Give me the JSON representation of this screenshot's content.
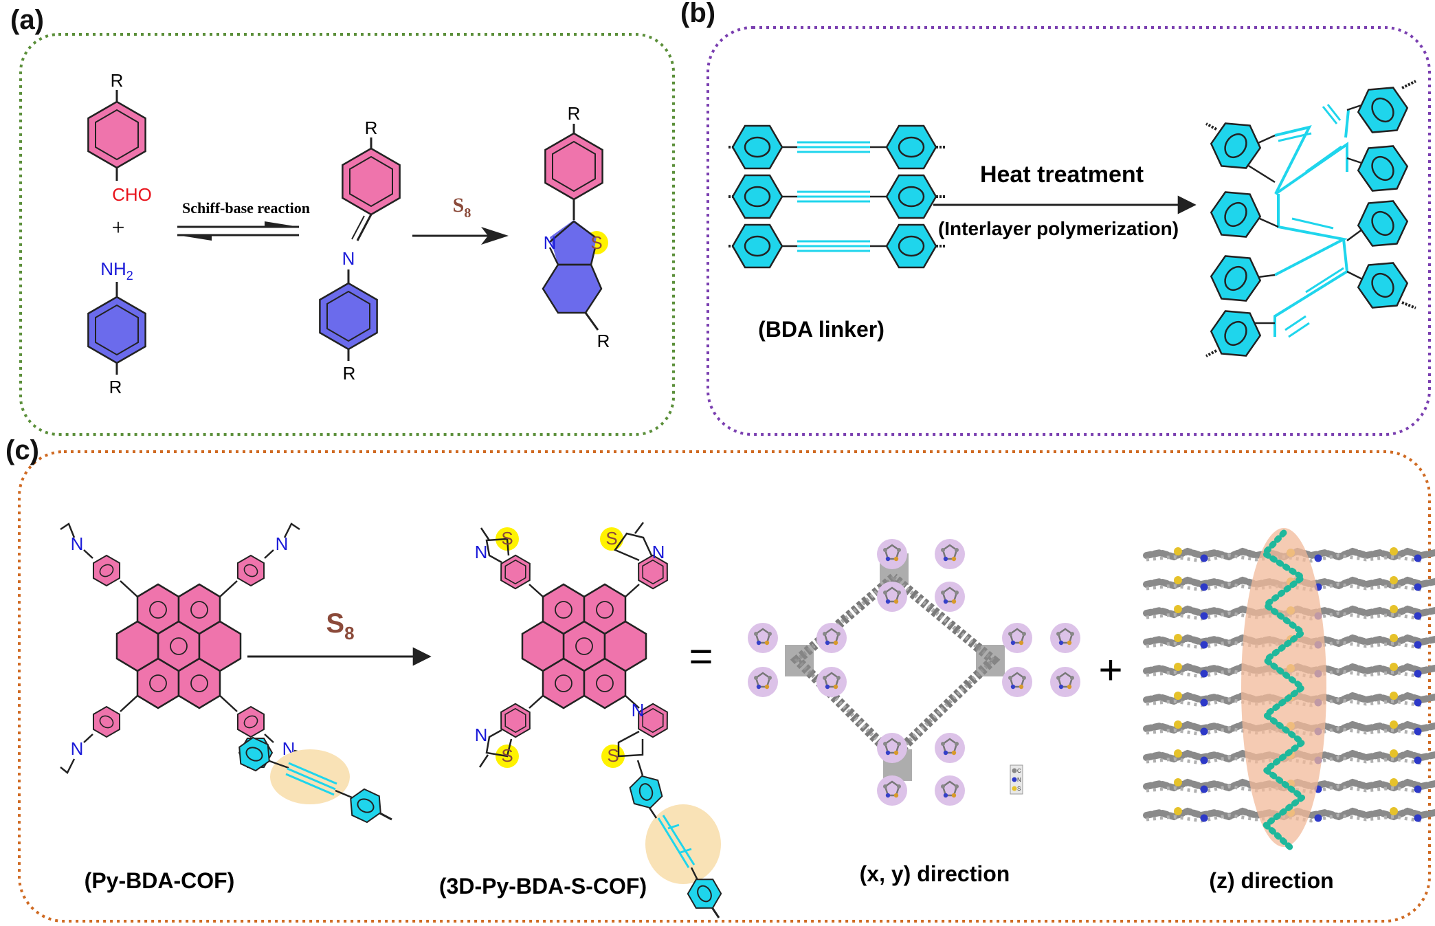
{
  "colors": {
    "panel_a_border": "#5b8f3a",
    "panel_b_border": "#7a3fb0",
    "panel_c_border": "#cf6a22",
    "pink_ring": "#ef74ac",
    "blue_ring": "#6b6bec",
    "cyan": "#1fd5ec",
    "sulfur_highlight": "#fff200",
    "alkyne_highlight": "#f9e2b6",
    "s8_label": "#8b4a3a",
    "cho_red": "#e8121b",
    "nitrogen_blue": "#1a1ad8",
    "z_column": "#f1b99a",
    "pore_node": "#d6b8e4"
  },
  "panel_a": {
    "label": "(a)",
    "substituent": "R",
    "aldehyde": "CHO",
    "amine": "NH",
    "amine_sub": "2",
    "plus": "+",
    "reaction_label": "Schiff-base reaction",
    "imine_n": "N",
    "reagent": "S",
    "reagent_sub": "8",
    "thiazole_n": "N",
    "thiazole_s": "S"
  },
  "panel_b": {
    "label": "(b)",
    "step_title": "Heat treatment",
    "step_subtitle": "(Interlayer polymerization)",
    "linker_caption": "(BDA linker)"
  },
  "panel_c": {
    "label": "(c)",
    "reagent": "S",
    "reagent_sub": "8",
    "equals": "=",
    "plus": "+",
    "imine_n": "N",
    "thiazole_n": "N",
    "thiazole_s": "S",
    "caption_py": "(Py-BDA-COF)",
    "caption_3d": "(3D-Py-BDA-S-COF)",
    "caption_xy": "(x, y) direction",
    "caption_z": "(z) direction",
    "legend_atoms": [
      "C",
      "N",
      "S"
    ]
  }
}
